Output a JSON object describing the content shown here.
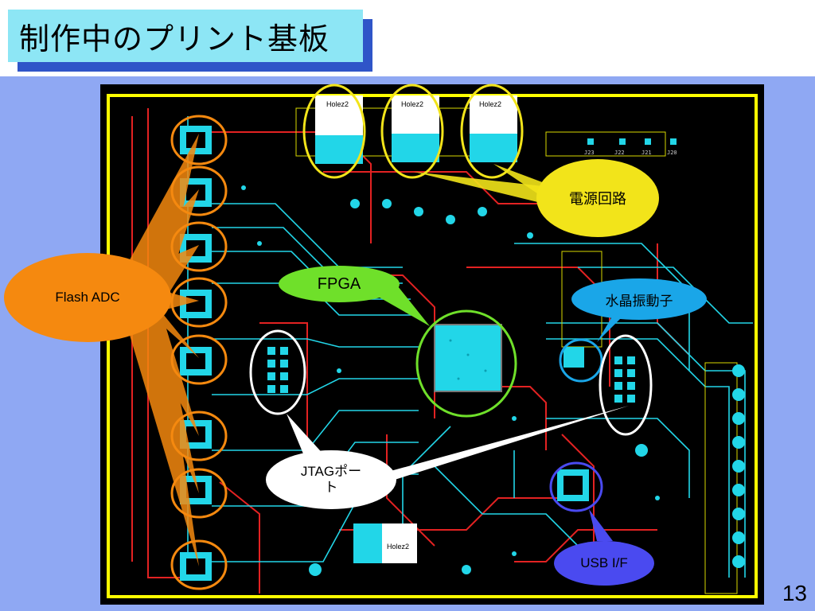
{
  "title": "制作中のプリント基板",
  "page_number": "13",
  "callouts": {
    "flash_adc": "Flash ADC",
    "power": "電源回路",
    "fpga": "FPGA",
    "crystal": "水晶振動子",
    "jtag": "JTAGポート",
    "usb": "USB I/F"
  },
  "board_labels": {
    "ic_chip": "Holez2",
    "connectors": [
      "J23",
      "J22",
      "J21",
      "J20"
    ]
  },
  "colors": {
    "title_bg": "#8de6f5",
    "title_shadow": "#2f55c8",
    "slide_bg": "#8fa8f3",
    "board_bg": "#000000",
    "outline": "#ffff00",
    "trace_red": "#e32222",
    "trace_cyan": "#22d6e8",
    "adc_bubble": "#f5890f",
    "power_bubble": "#f2e41a",
    "fpga_bubble": "#6fe02a",
    "crystal_bubble": "#1aa6e8",
    "jtag_bubble": "#ffffff",
    "usb_bubble": "#4a4af0"
  }
}
